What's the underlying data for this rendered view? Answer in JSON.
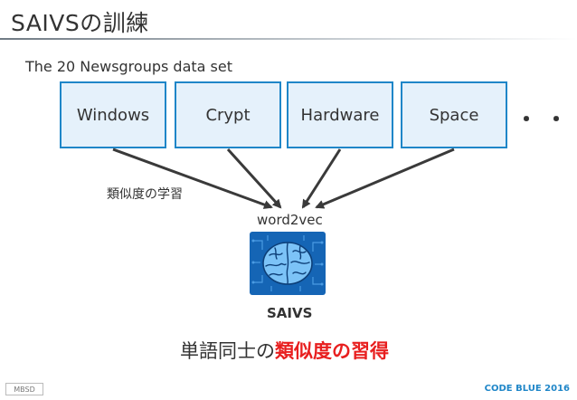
{
  "slide": {
    "title": "SAIVSの訓練"
  },
  "dataset_label": "The 20 Newsgroups data set",
  "categories": [
    "Windows",
    "Crypt",
    "Hardware",
    "Space"
  ],
  "ellipsis": "・・・",
  "arrow_label": "類似度の学習",
  "model_label": "word2vec",
  "brain_icon": "brain-chip-icon",
  "product_name": "SAIVS",
  "headline": {
    "prefix": "単語同士の",
    "highlight": "類似度の習得"
  },
  "footer": {
    "left": "MBSD",
    "right": "CODE BLUE 2016"
  },
  "colors": {
    "box_fill": "#e5f1fb",
    "box_border": "#1f86c8",
    "highlight": "#e81f1f",
    "arrow": "#3a3a3a",
    "icon_blue": "#1565b5"
  }
}
